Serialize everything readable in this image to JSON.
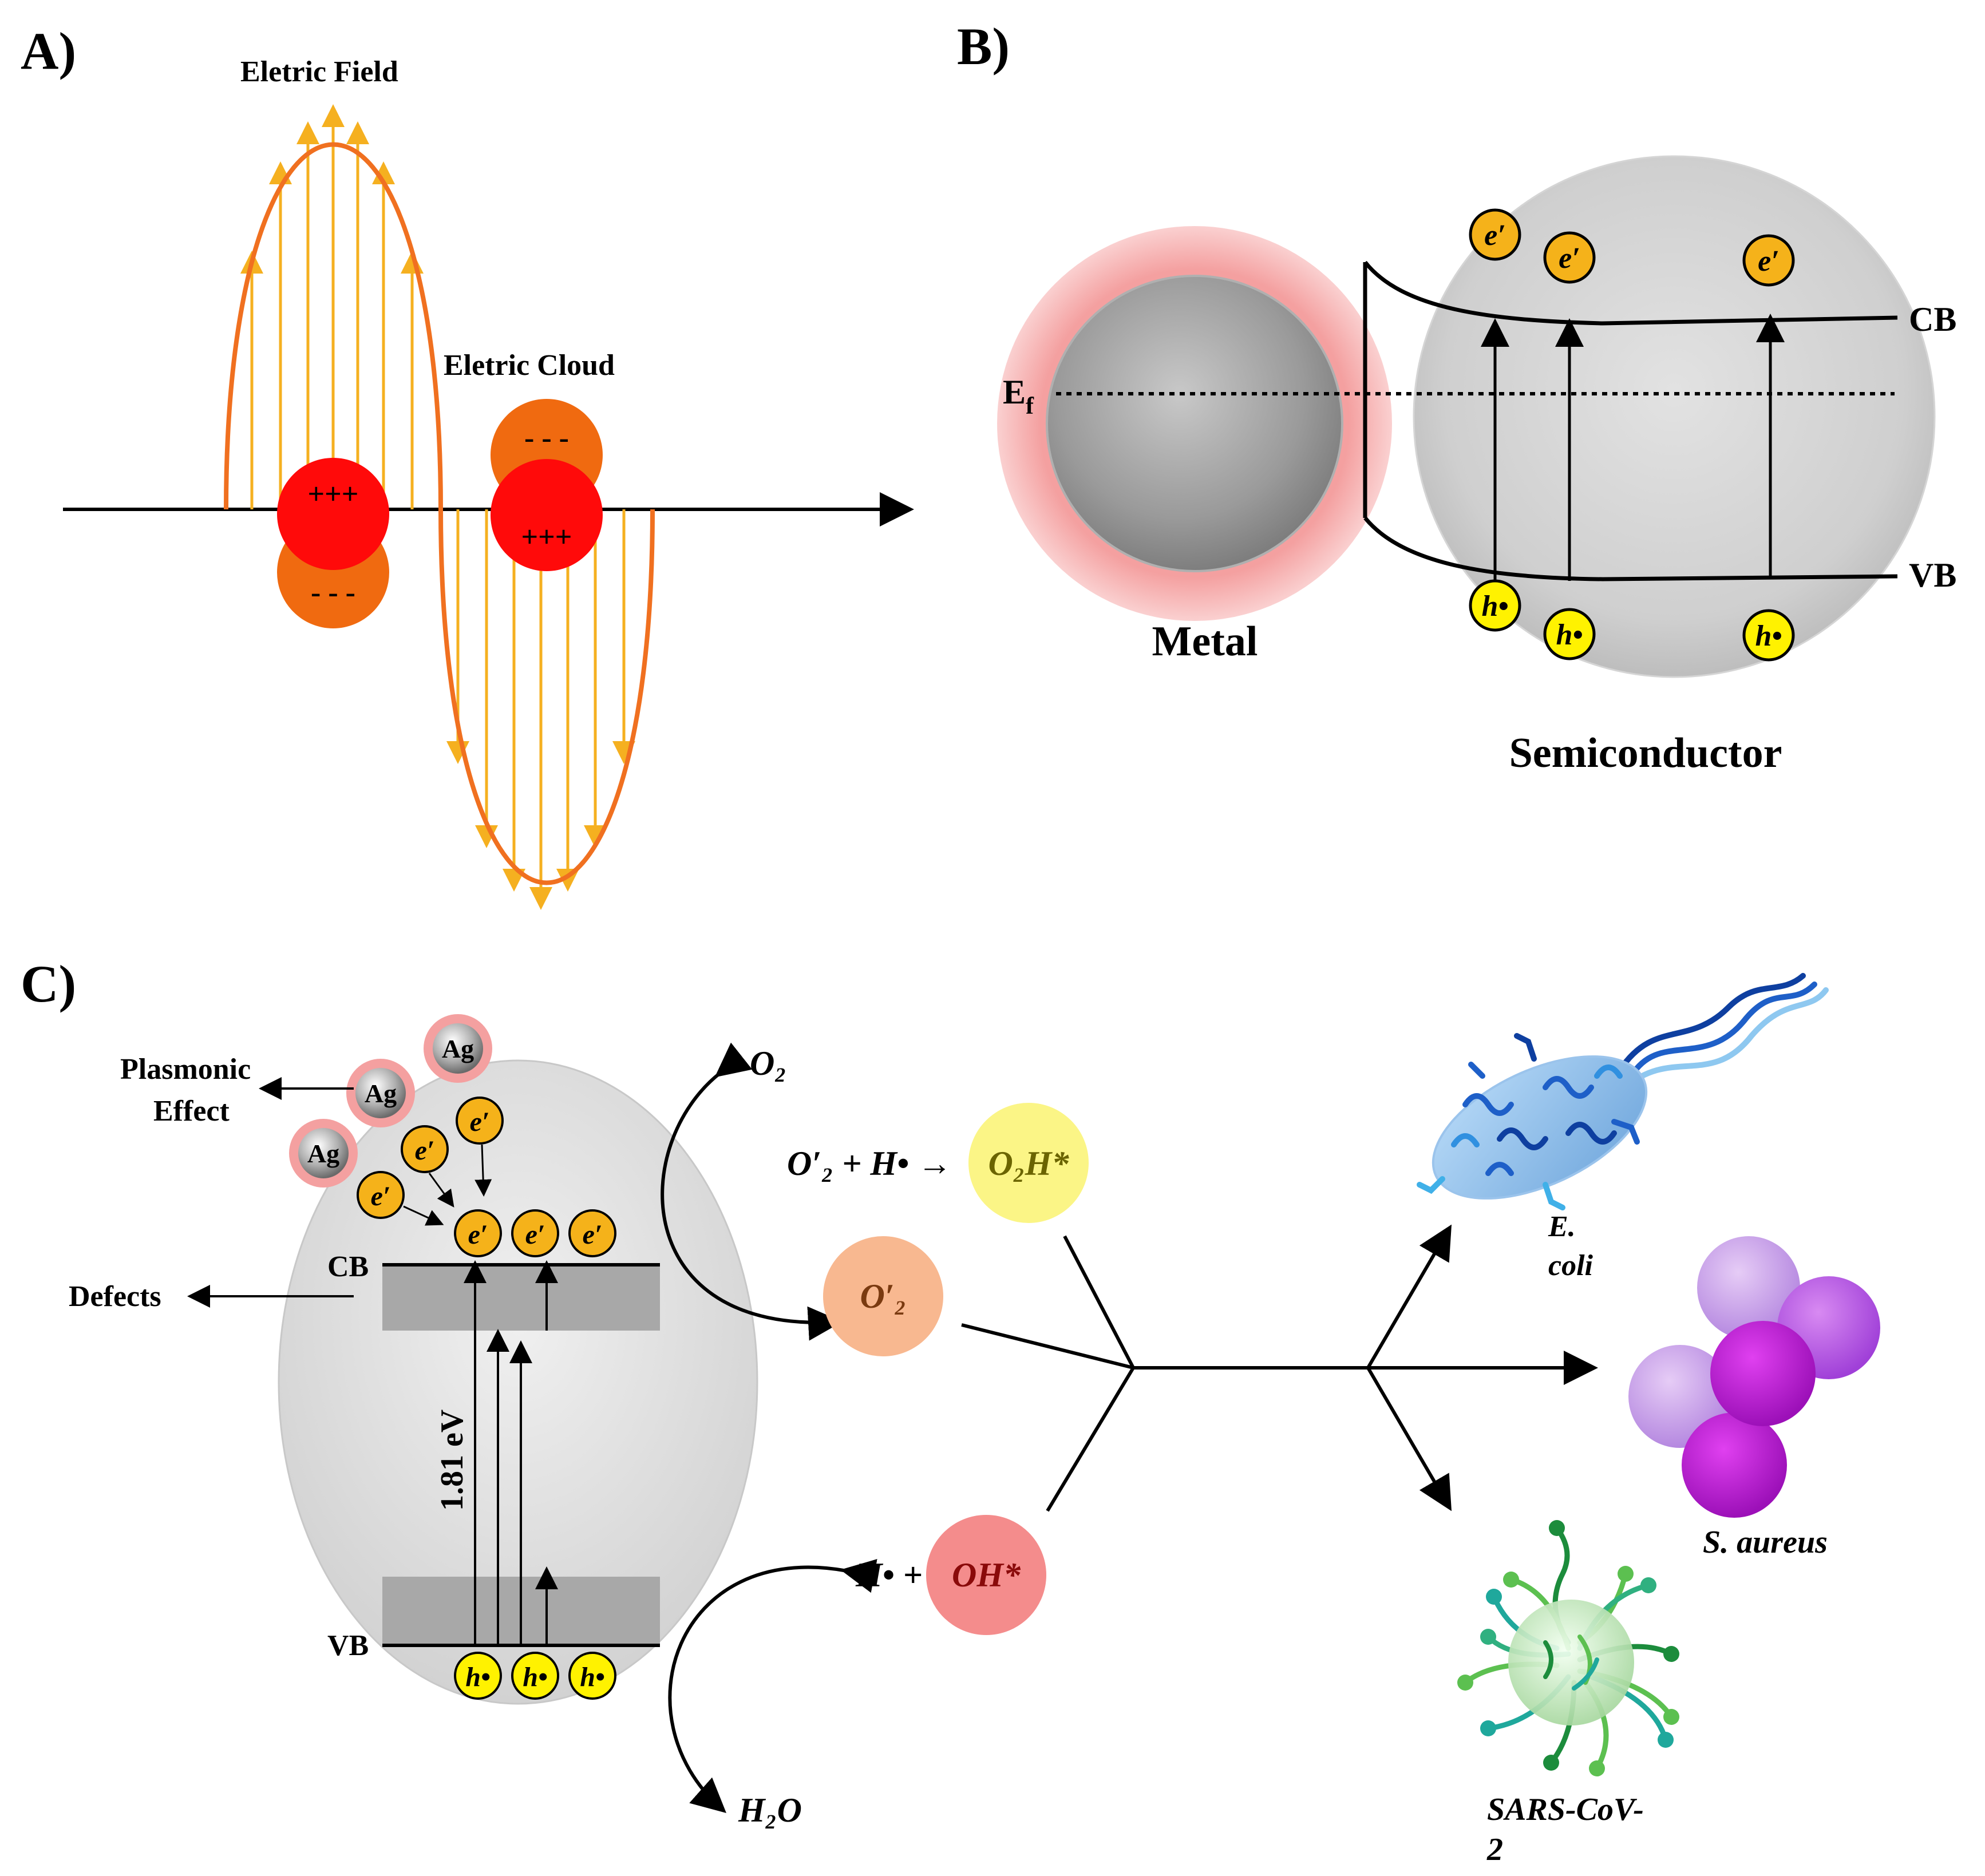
{
  "panels": {
    "a": {
      "letter": "A)",
      "field_label": "Eletric Field",
      "cloud_label": "Eletric Cloud",
      "positive": "+++",
      "negative": "- - -"
    },
    "b": {
      "letter": "B)",
      "fermi_main": "E",
      "fermi_sub": "f",
      "cb": "CB",
      "vb": "VB",
      "metal": "Metal",
      "semiconductor": "Semiconductor",
      "electron": "e′",
      "hole": "h•"
    },
    "c": {
      "letter": "C)",
      "ag": "Ag",
      "plasmonic_line1": "Plasmonic",
      "plasmonic_line2": "Effect",
      "defects": "Defects",
      "cb": "CB",
      "vb": "VB",
      "bandgap": "1.81 eV",
      "electron": "e′",
      "hole": "h•",
      "o2": "O₂",
      "o2_radical": "O′₂",
      "reaction_left": "O′₂ + H• →",
      "o2h": "O₂H*",
      "h_radical": "H• +",
      "oh": "OH*",
      "h2o": "H₂O",
      "ecoli_line1": "E.",
      "ecoli_line2": "coli",
      "saureus": "S. aureus",
      "sars_line1": "SARS-CoV-",
      "sars_line2": "2"
    }
  },
  "colors": {
    "wave": "#F07020",
    "field_arrow": "#F5B020",
    "positive": "#FF0A0A",
    "negative": "#F06A10",
    "halo": "#F4A0A0",
    "electron": "#F5B21A",
    "hole": "#FFF200",
    "o2h_bubble": "#FBF586",
    "o2_bubble": "#F8B890",
    "oh_bubble": "#F48C8C",
    "ecoli": "#8EC0EE",
    "saureus": "#C040E0",
    "sars": "#40B060"
  }
}
